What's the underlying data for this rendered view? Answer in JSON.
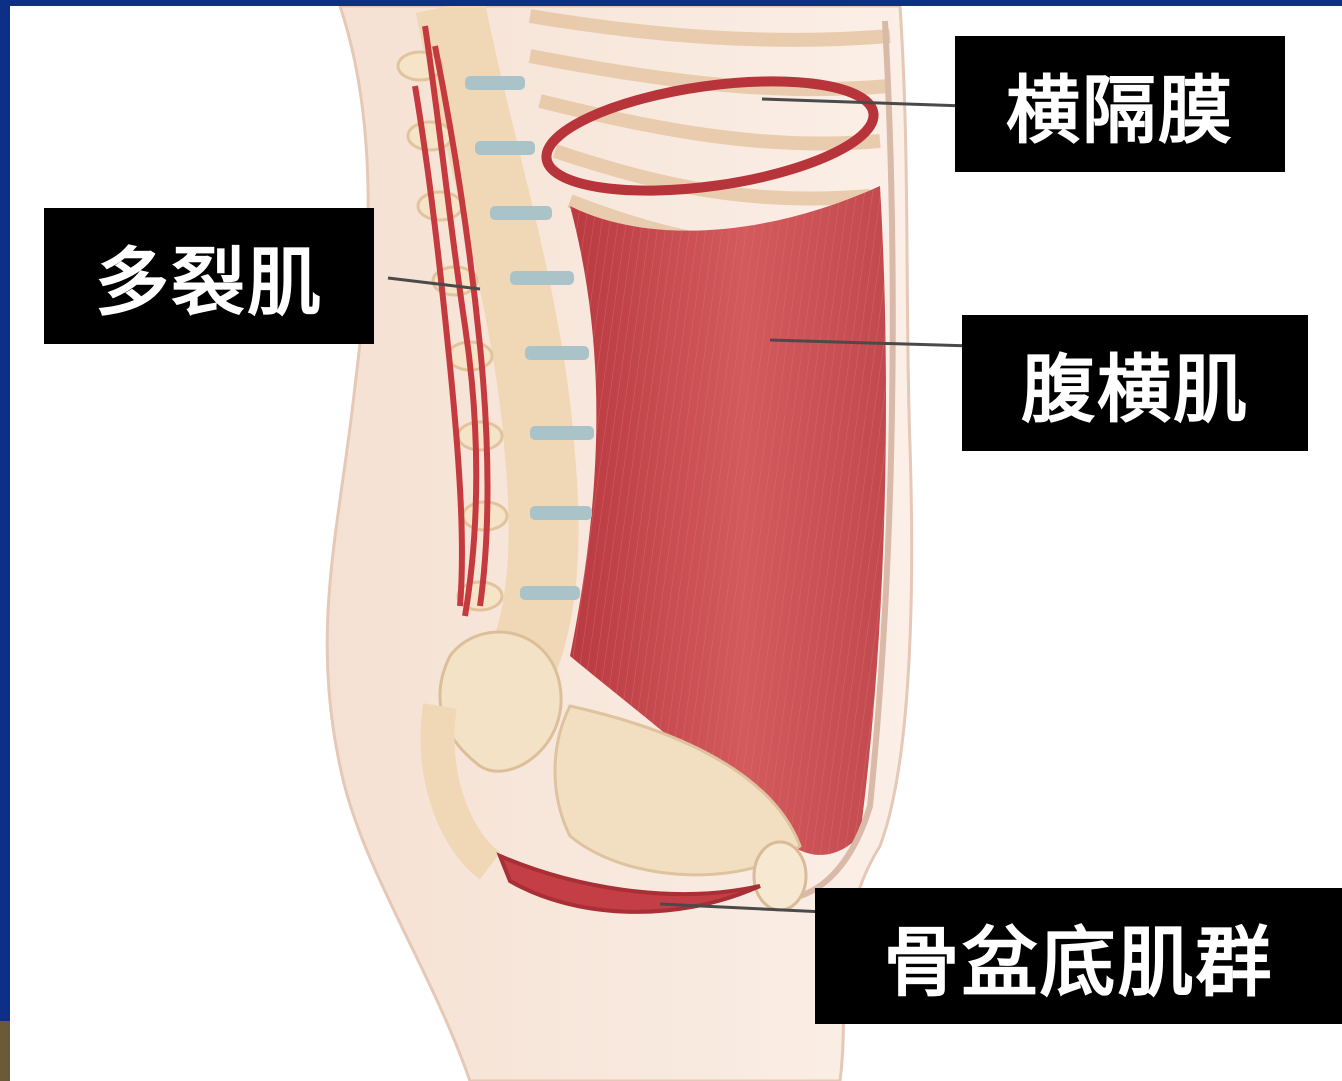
{
  "labels": {
    "diaphragm": "横隔膜",
    "multifidus": "多裂肌",
    "transversus_abdominis": "腹横肌",
    "pelvic_floor": "骨盆底肌群"
  },
  "colors": {
    "frame": "#0d2f86",
    "label_bg": "#000000",
    "label_text": "#ffffff",
    "muscle": "#c84a4e",
    "bone": "#f4e2c6",
    "skin": "#f7e7dc",
    "disc": "#a9c3c9"
  }
}
